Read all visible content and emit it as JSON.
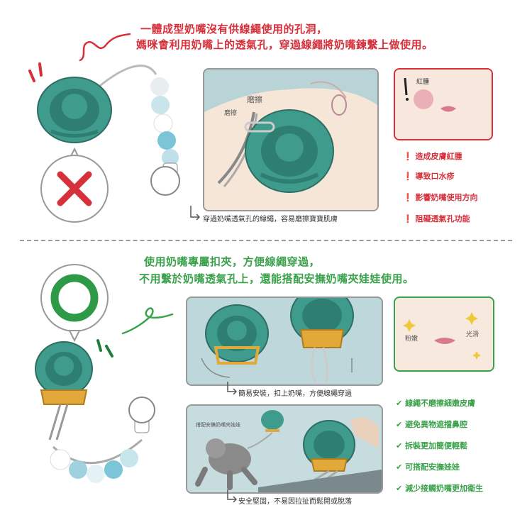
{
  "top": {
    "headline_line1": "一體成型奶嘴沒有供線繩使用的孔洞，",
    "headline_line2": "媽咪會利用奶嘴上的透氣孔，穿過線繩將奶嘴鍊繫上做使用。",
    "panel_label_1": "磨擦",
    "panel_label_2": "磨擦",
    "caption": "穿過奶嘴透氣孔的線繩，容易磨擦寶寶肌膚",
    "face_label": "紅腫",
    "problems": [
      "造成皮膚紅腫",
      "導致口水疹",
      "影響奶嘴使用方向",
      "阻礙透氣孔功能"
    ]
  },
  "bottom": {
    "headline_line1": "使用奶嘴專屬扣夾，方便線繩穿過，",
    "headline_line2": "不用繫於奶嘴透氣孔上，還能搭配安撫奶嘴夾娃娃使用。",
    "caption_1": "簡易安裝，扣上奶嘴，方便線繩穿過",
    "caption_2": "安全堅固，不易因拉扯而鬆開或脫落",
    "panel2_note": "搭配安撫奶嘴夾娃娃",
    "face_label_left": "粉嫩",
    "face_label_right": "光滑",
    "benefits": [
      "線繩不磨擦細嫩皮膚",
      "避免異物遮擋鼻腔",
      "拆裝更加簡便輕鬆",
      "可搭配安撫娃娃",
      "減少接觸奶嘴更加衛生"
    ]
  },
  "colors": {
    "red": "#d6303b",
    "green": "#3aa24a",
    "teal": "#3f9b8c",
    "gold": "#e2a93a"
  },
  "icons": [
    "cross-icon",
    "circle-ok-icon",
    "check-icon",
    "exclamation-icon"
  ]
}
